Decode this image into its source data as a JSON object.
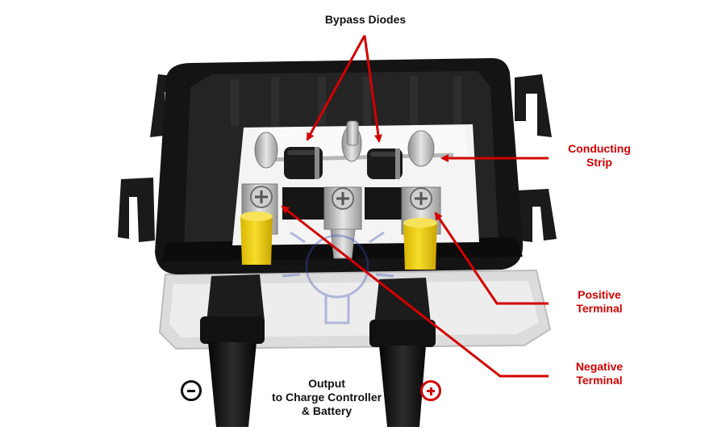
{
  "labels": {
    "bypass_diodes": "Bypass Diodes",
    "conducting_strip": [
      "Conducting",
      "Strip"
    ],
    "positive_terminal": [
      "Positive",
      "Terminal"
    ],
    "negative_terminal": [
      "Negative",
      "Terminal"
    ],
    "output": [
      "Output",
      "to Charge Controller",
      "& Battery"
    ]
  },
  "icons": {
    "negative": "minus-circle-icon",
    "positive": "plus-circle-icon"
  },
  "colors": {
    "annotation_red": "#d40000",
    "box_black": "#141414",
    "terminal_yellow": "#f2d21a",
    "lid_gray": "#e4e4e4"
  }
}
